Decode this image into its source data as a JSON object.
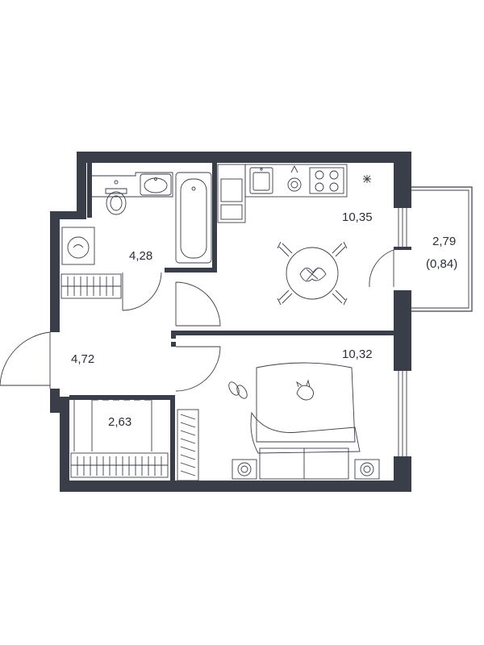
{
  "rooms": {
    "bathroom": {
      "area": "4,28"
    },
    "kitchen_living": {
      "area": "10,35"
    },
    "balcony": {
      "area": "2,79",
      "area_reduced": "(0,84)"
    },
    "hallway": {
      "area": "4,72"
    },
    "bedroom": {
      "area": "10,32"
    },
    "storage": {
      "area": "2,63"
    }
  },
  "colors": {
    "wall": "#3a3e49",
    "text": "#2b2f3a",
    "background": "#ffffff"
  },
  "icons": [
    "sink-icon",
    "toilet-icon",
    "bathtub-icon",
    "washing-machine-icon",
    "stove-icon",
    "kitchen-sink-icon",
    "dining-table-icon",
    "bed-icon",
    "cat-icon",
    "slippers-icon",
    "plant-icon",
    "wardrobe-icon"
  ]
}
